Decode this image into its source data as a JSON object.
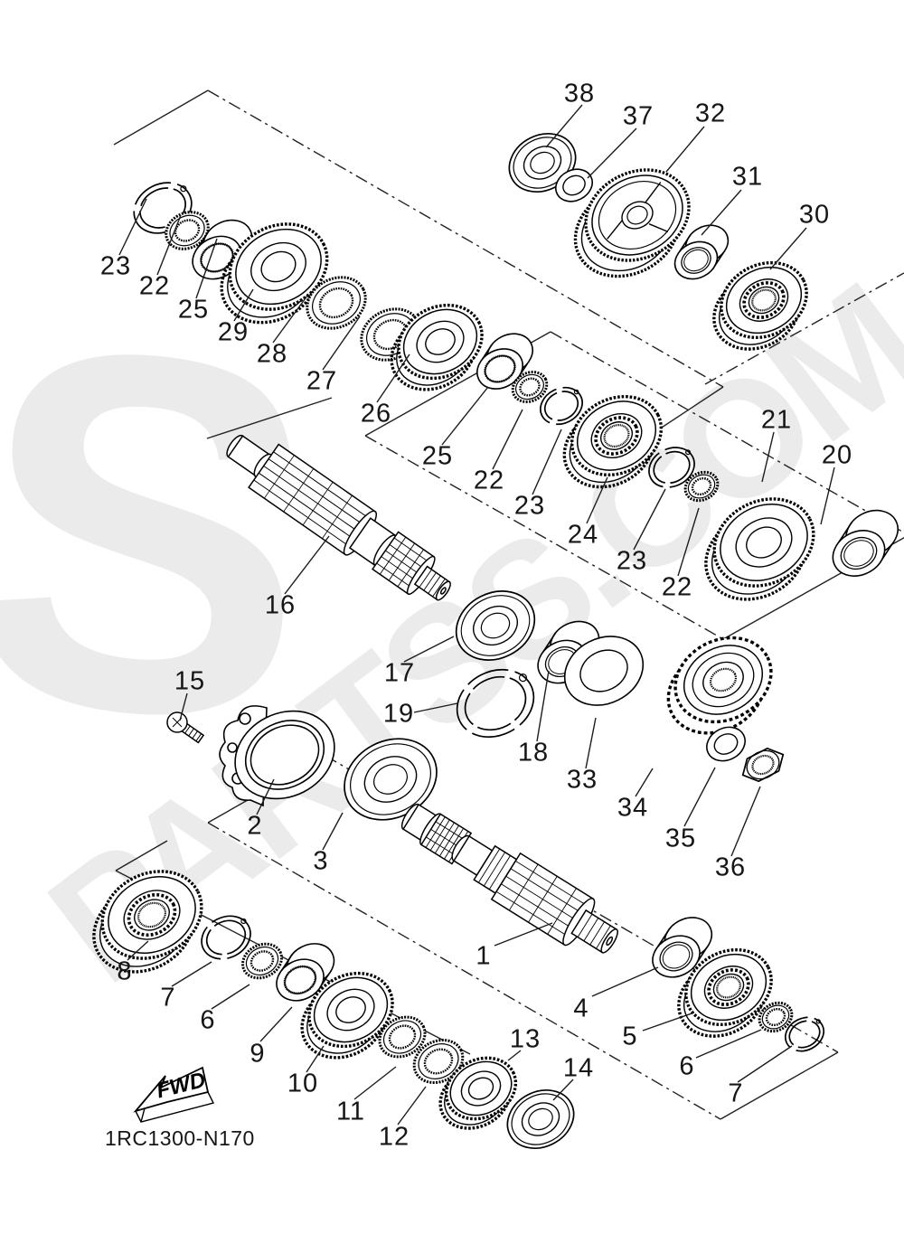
{
  "watermark": {
    "logo_letter": "S",
    "text": "PARTSS.COM"
  },
  "fwd": {
    "label": "FWD"
  },
  "footer": {
    "part_code": "1RC1300-N170"
  },
  "callouts": [
    {
      "label": "38"
    },
    {
      "label": "37"
    },
    {
      "label": "32"
    },
    {
      "label": "31"
    },
    {
      "label": "30"
    },
    {
      "label": "23"
    },
    {
      "label": "22"
    },
    {
      "label": "25"
    },
    {
      "label": "29"
    },
    {
      "label": "28"
    },
    {
      "label": "27"
    },
    {
      "label": "26"
    },
    {
      "label": "25"
    },
    {
      "label": "22"
    },
    {
      "label": "23"
    },
    {
      "label": "24"
    },
    {
      "label": "23"
    },
    {
      "label": "22"
    },
    {
      "label": "21"
    },
    {
      "label": "20"
    },
    {
      "label": "16"
    },
    {
      "label": "17"
    },
    {
      "label": "19"
    },
    {
      "label": "18"
    },
    {
      "label": "33"
    },
    {
      "label": "34"
    },
    {
      "label": "35"
    },
    {
      "label": "36"
    },
    {
      "label": "15"
    },
    {
      "label": "2"
    },
    {
      "label": "3"
    },
    {
      "label": "1"
    },
    {
      "label": "8"
    },
    {
      "label": "7"
    },
    {
      "label": "6"
    },
    {
      "label": "9"
    },
    {
      "label": "10"
    },
    {
      "label": "11"
    },
    {
      "label": "12"
    },
    {
      "label": "13"
    },
    {
      "label": "14"
    },
    {
      "label": "4"
    },
    {
      "label": "5"
    },
    {
      "label": "6"
    },
    {
      "label": "7"
    }
  ]
}
